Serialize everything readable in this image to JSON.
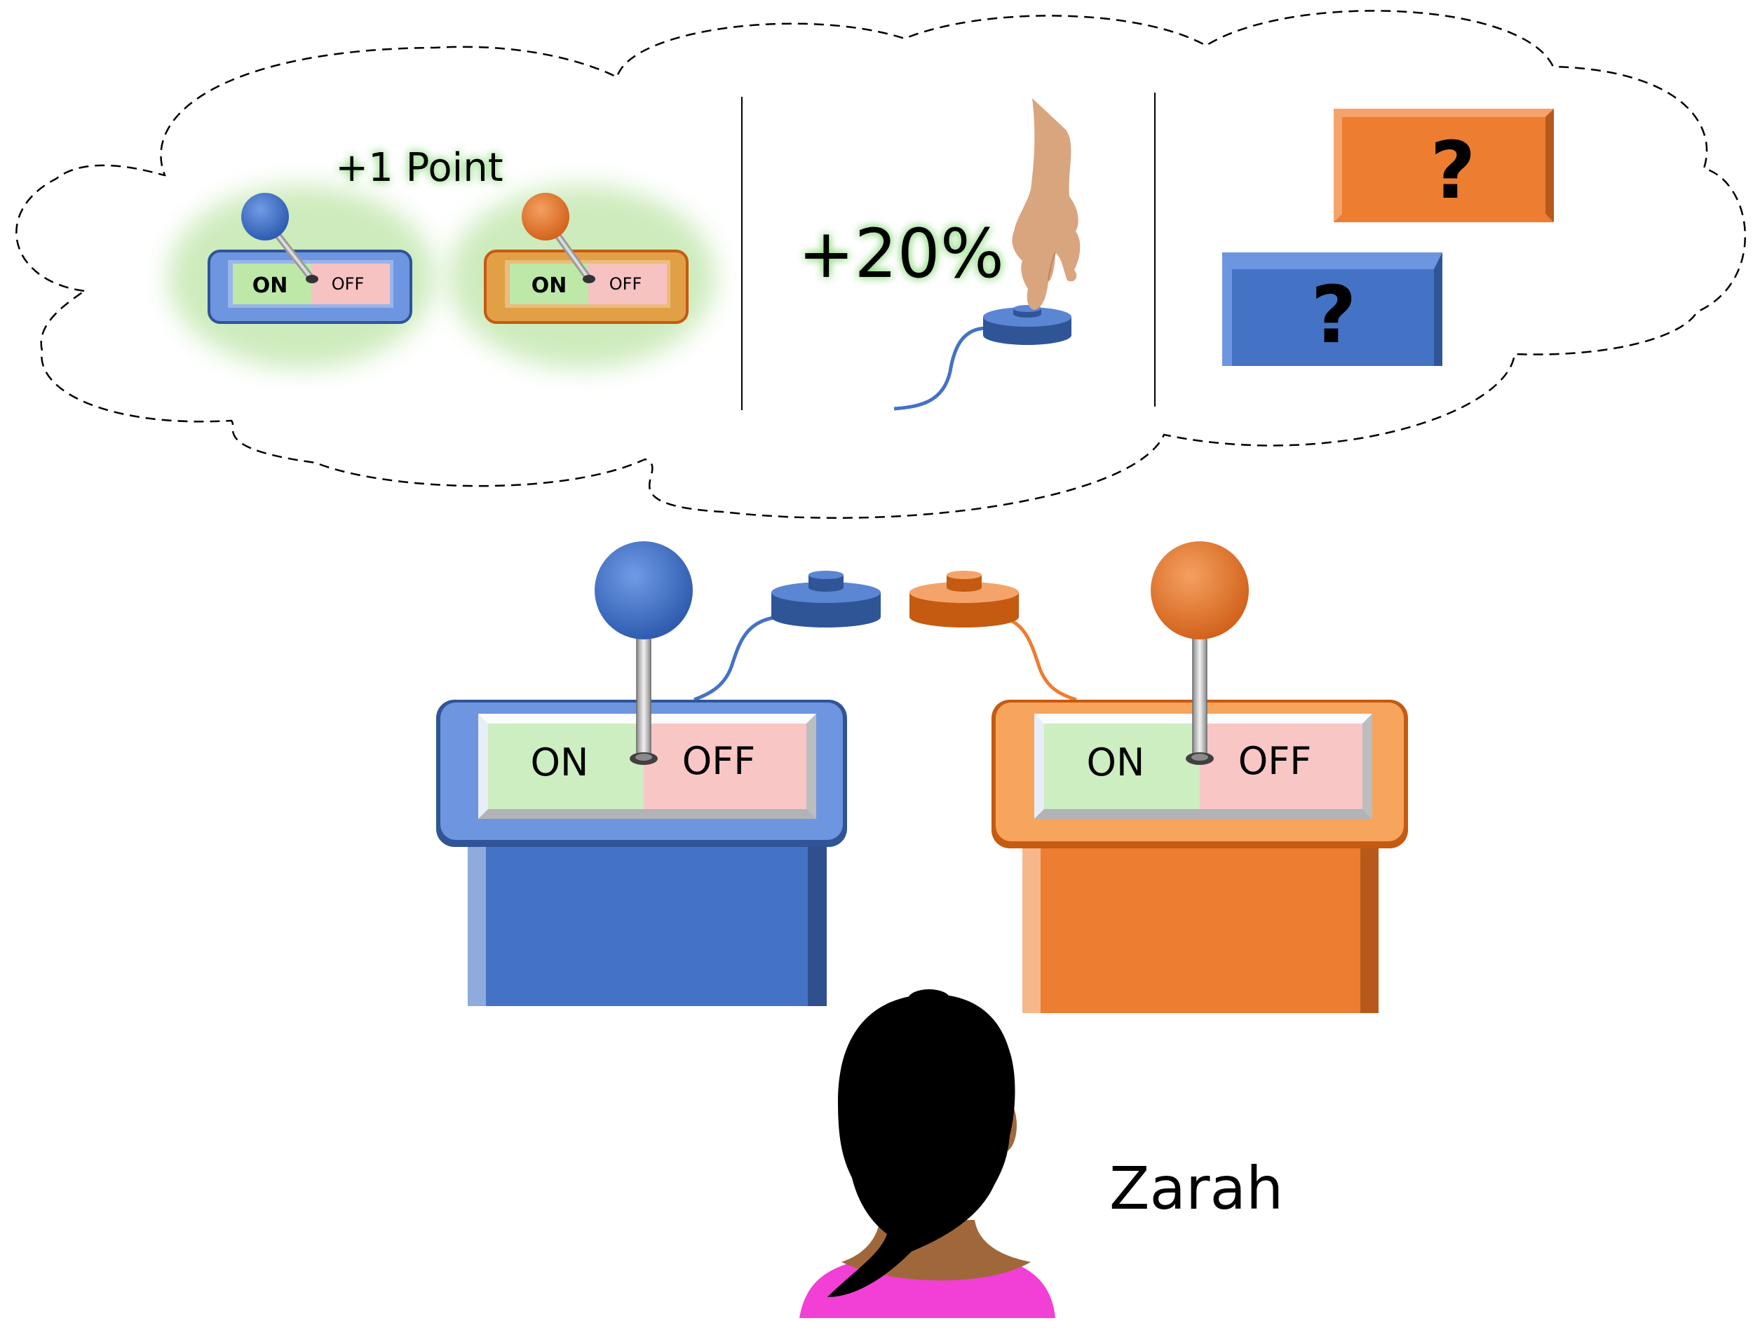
{
  "thought_cloud": {
    "panel_1": {
      "caption": "+1 Point",
      "left_switch": {
        "on": "ON",
        "off": "OFF"
      },
      "right_switch": {
        "on": "ON",
        "off": "OFF"
      }
    },
    "panel_2": {
      "caption": "+20%"
    },
    "panel_3": {
      "top_box": "?",
      "bottom_box": "?"
    }
  },
  "blue_machine": {
    "on": "ON",
    "off": "OFF"
  },
  "orange_machine": {
    "on": "ON",
    "off": "OFF"
  },
  "person": {
    "name": "Zarah"
  },
  "colors": {
    "blue": "#4472c4",
    "blue_light": "#6d95e0",
    "orange": "#ed7d31",
    "orange_light": "#f7a45c",
    "on_panel": "#cdeec0",
    "off_panel": "#f9c6c6",
    "skin": "#a0683a",
    "shirt": "#f23fd6",
    "hand": "#d9a57f"
  }
}
